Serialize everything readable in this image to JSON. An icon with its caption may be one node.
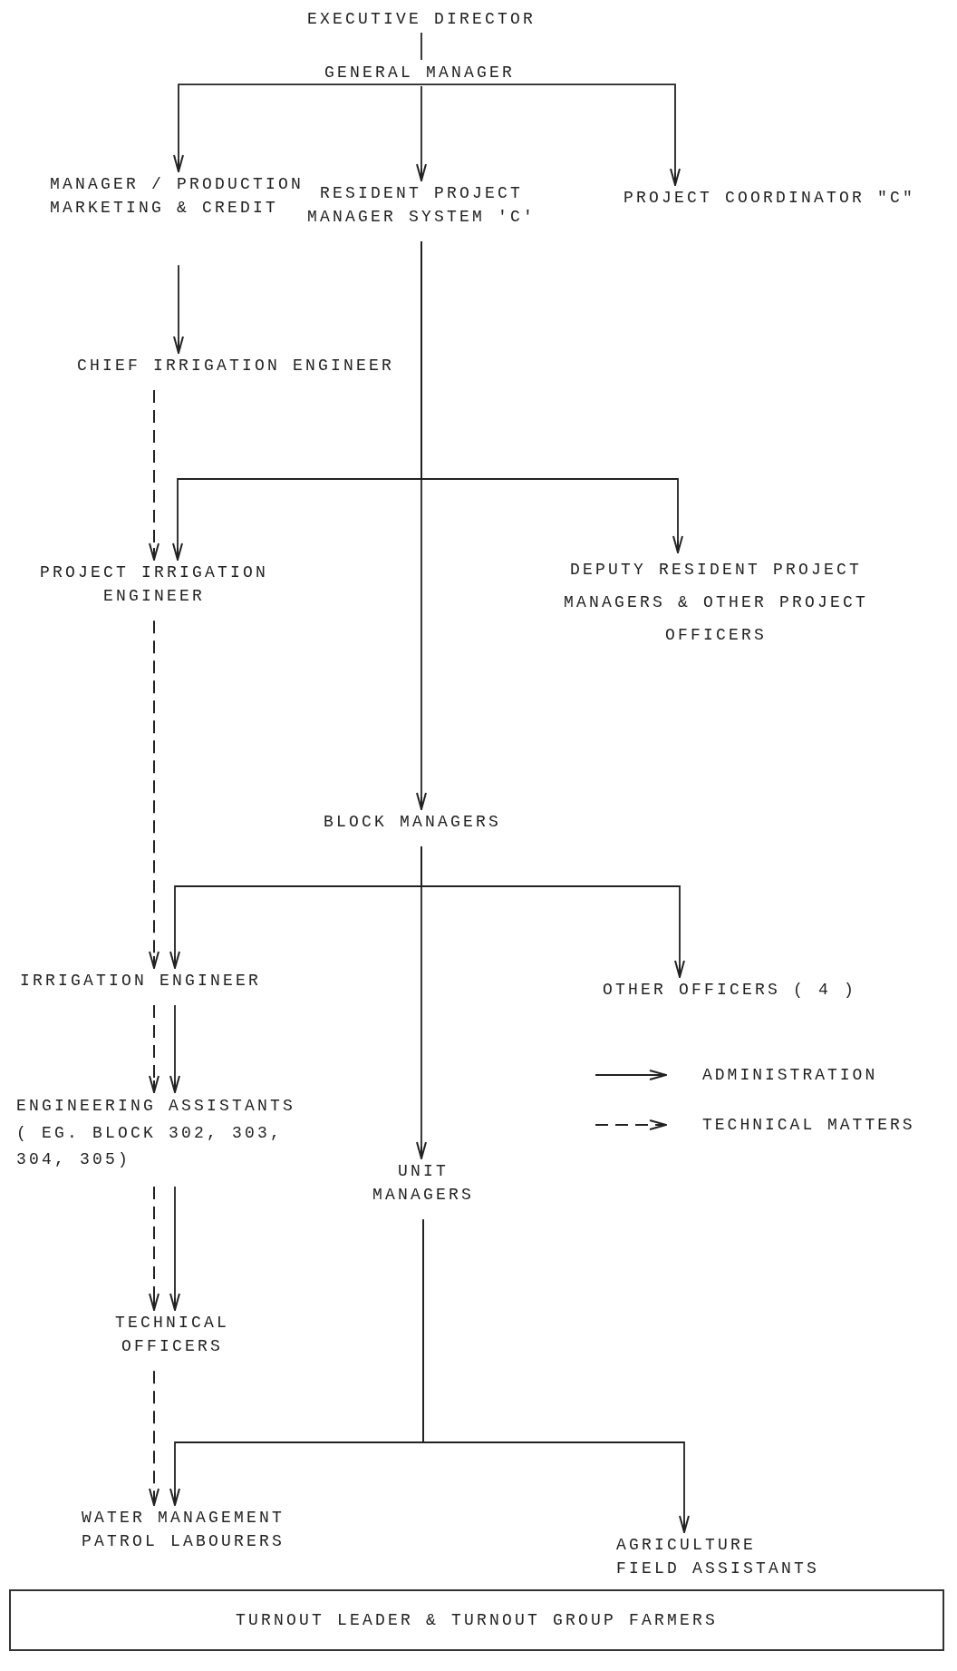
{
  "diagram": {
    "nodes": [
      {
        "text": [
          "EXECUTIVE DIRECTOR"
        ]
      },
      {
        "text": [
          "GENERAL MANAGER"
        ]
      },
      {
        "text": [
          "MANAGER / PRODUCTION MARKETING & CREDIT"
        ]
      },
      {
        "text": [
          "RESIDENT PROJECT MANAGER SYSTEM 'C'"
        ]
      },
      {
        "text": [
          "PROJECT COORDINATOR \"C\""
        ]
      },
      {
        "text": [
          "CHIEF IRRIGATION ENGINEER"
        ]
      },
      {
        "text": [
          "PROJECT IRRIGATION ENGINEER"
        ]
      },
      {
        "text": [
          "DEPUTY RESIDENT PROJECT MANAGERS & OTHER PROJECT OFFICERS"
        ]
      },
      {
        "text": [
          "BLOCK MANAGERS"
        ]
      },
      {
        "text": [
          "IRRIGATION ENGINEER"
        ]
      },
      {
        "text": [
          "OTHER OFFICERS ( 4 )"
        ]
      },
      {
        "text": [
          "ENGINEERING ASSISTANTS ( EG. BLOCK 302, 303, 304, 305)"
        ]
      },
      {
        "text": [
          "UNIT MANAGERS"
        ]
      },
      {
        "text": [
          "TECHNICAL OFFICERS"
        ]
      },
      {
        "text": [
          "WATER MANAGEMENT PATROL LABOURERS"
        ]
      },
      {
        "text": [
          "AGRICULTURE FIELD ASSISTANTS"
        ]
      },
      {
        "text": [
          "TURNOUT LEADER & TURNOUT GROUP FARMERS"
        ]
      }
    ],
    "edges": [
      {
        "from": 0,
        "to": 1,
        "arrow": "none"
      },
      {
        "from": 1,
        "to": 2,
        "arrow": "to"
      },
      {
        "from": 1,
        "to": 3,
        "arrow": "to"
      },
      {
        "from": 1,
        "to": 4,
        "arrow": "to"
      },
      {
        "from": 2,
        "to": 5,
        "arrow": "to"
      },
      {
        "from": 5,
        "to": 6,
        "arrow": "to",
        "style": "dashed"
      },
      {
        "from": 3,
        "to": 6,
        "arrow": "to"
      },
      {
        "from": 3,
        "to": 7,
        "arrow": "to"
      },
      {
        "from": 3,
        "to": 8,
        "arrow": "to"
      },
      {
        "from": 6,
        "to": 9,
        "arrow": "to",
        "style": "dashed"
      },
      {
        "from": 8,
        "to": 9,
        "arrow": "to"
      },
      {
        "from": 8,
        "to": 10,
        "arrow": "to"
      },
      {
        "from": 8,
        "to": 12,
        "arrow": "to"
      },
      {
        "from": 9,
        "to": 11,
        "arrow": "to",
        "style": "dashed"
      },
      {
        "from": 9,
        "to": 11,
        "arrow": "to"
      },
      {
        "from": 11,
        "to": 13,
        "arrow": "to",
        "style": "dashed"
      },
      {
        "from": 11,
        "to": 13,
        "arrow": "to"
      },
      {
        "from": 13,
        "to": 14,
        "arrow": "to",
        "style": "dashed"
      },
      {
        "from": 12,
        "to": 14,
        "arrow": "to"
      },
      {
        "from": 12,
        "to": 15,
        "arrow": "to"
      }
    ],
    "legend": [
      {
        "text": "ADMINISTRATION"
      },
      {
        "text": "TECHNICAL MATTERS"
      }
    ]
  }
}
